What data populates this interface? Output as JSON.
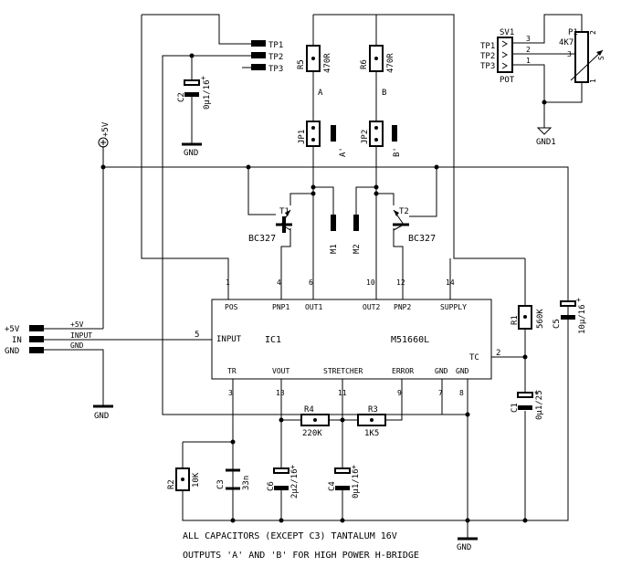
{
  "ic": {
    "name": "IC1",
    "part": "M51660L",
    "pins_top": [
      "POS",
      "PNP1",
      "OUT1",
      "OUT2",
      "PNP2",
      "SUPPLY"
    ],
    "pins_top_nums": [
      "1",
      "4",
      "6",
      "10",
      "12",
      "14"
    ],
    "pins_bottom": [
      "TR",
      "VOUT",
      "STRETCHER",
      "ERROR",
      "GND",
      "GND"
    ],
    "pins_bottom_nums": [
      "3",
      "13",
      "11",
      "9",
      "7",
      "8"
    ],
    "pin_left_label": "INPUT",
    "pin_left_num": "5",
    "pin_right_label": "TC",
    "pin_right_num": "2"
  },
  "components": {
    "R1": {
      "ref": "R1",
      "value": "560K"
    },
    "R2": {
      "ref": "R2",
      "value": "10K"
    },
    "R3": {
      "ref": "R3",
      "value": "1K5"
    },
    "R4": {
      "ref": "R4",
      "value": "220K"
    },
    "R5": {
      "ref": "R5",
      "value": "470R"
    },
    "R6": {
      "ref": "R6",
      "value": "470R"
    },
    "C1": {
      "ref": "C1",
      "value": "0µ1/25"
    },
    "C2": {
      "ref": "C2",
      "value": "0µ1/16"
    },
    "C3": {
      "ref": "C3",
      "value": "33n"
    },
    "C4": {
      "ref": "C4",
      "value": "0µ1/16"
    },
    "C5": {
      "ref": "C5",
      "value": "10µ/16"
    },
    "C6": {
      "ref": "C6",
      "value": "2µ2/16"
    },
    "T1": {
      "ref": "T1",
      "value": "BC327"
    },
    "T2": {
      "ref": "T2",
      "value": "BC327"
    },
    "JP1": {
      "ref": "JP1",
      "label": "A'"
    },
    "JP2": {
      "ref": "JP2",
      "label": "B'"
    },
    "M1": {
      "ref": "M1"
    },
    "M2": {
      "ref": "M2"
    },
    "P1": {
      "ref": "P1",
      "value": "4K7"
    },
    "SV1": {
      "ref": "SV1",
      "value": "POT"
    }
  },
  "nets": {
    "A": "A",
    "B": "B",
    "supply": "+5V",
    "gnd": "GND",
    "gnd1": "GND1",
    "input": "INPUT",
    "tp1": "TP1",
    "tp2": "TP2",
    "tp3": "TP3"
  },
  "connector": {
    "left_labels": [
      "+5V",
      "IN",
      "GND"
    ],
    "left_wire_labels": [
      "+5V",
      "INPUT",
      "GND"
    ]
  },
  "pot": {
    "pin_nums": [
      "3",
      "2",
      "1"
    ],
    "p1_pins": [
      "2",
      "3",
      "1"
    ],
    "wiper": "S"
  },
  "notes": [
    "ALL CAPACITORS (EXCEPT C3) TANTALUM 16V",
    "OUTPUTS 'A' AND 'B' FOR HIGH POWER H-BRIDGE"
  ]
}
